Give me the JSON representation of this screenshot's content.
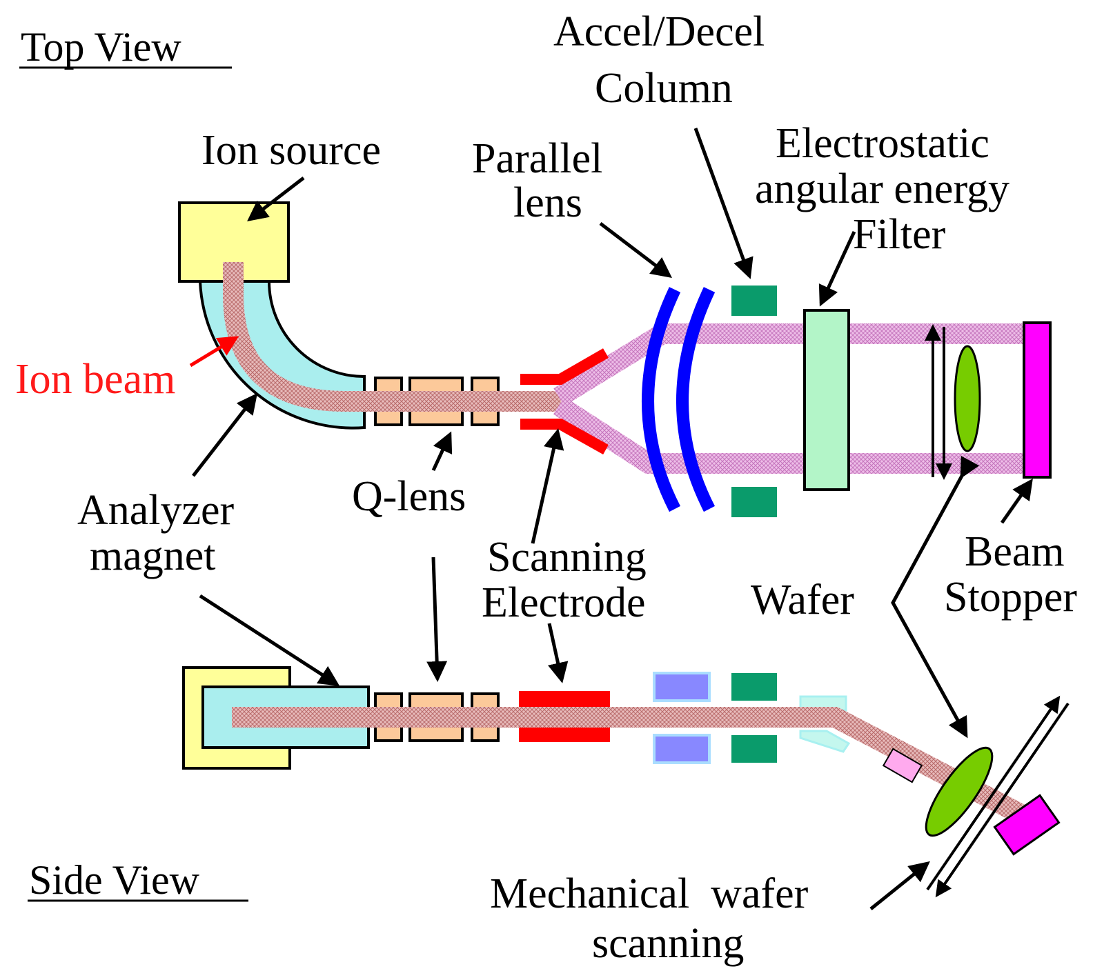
{
  "headings": {
    "top_view": "Top View",
    "side_view": "Side View"
  },
  "labels": {
    "ion_source": "Ion source",
    "ion_beam": "Ion beam",
    "analyzer_magnet": [
      "Analyzer",
      "magnet"
    ],
    "q_lens": "Q-lens",
    "scanning_electrode": [
      "Scanning",
      "Electrode"
    ],
    "parallel_lens": [
      "Parallel",
      "lens"
    ],
    "accel_decel_column": [
      "Accel/Decel",
      "Column"
    ],
    "electrostatic_filter": [
      "Electrostatic",
      "angular energy",
      "Filter"
    ],
    "wafer": "Wafer",
    "beam_stopper": [
      "Beam",
      "Stopper"
    ],
    "mechanical_wafer_scanning": [
      "Mechanical  wafer",
      "scanning"
    ]
  },
  "colors": {
    "ion_source": "#ffff99",
    "analyzer_magnet": "#aaeeee",
    "q_lens": "#fcc99a",
    "scanning_electrode": "#ff0000",
    "parallel_lens": "#0000ff",
    "parallel_lens_side": "#8888ff",
    "accel_decel": "#0a9b6b",
    "energy_filter": "#b3f5c8",
    "wafer": "#77cc00",
    "beam_stopper": "#ff00ff",
    "beam_main": "#d49a9a",
    "beam_scanned": "#d98ad0",
    "ion_beam_label": "#ff1a1a"
  }
}
